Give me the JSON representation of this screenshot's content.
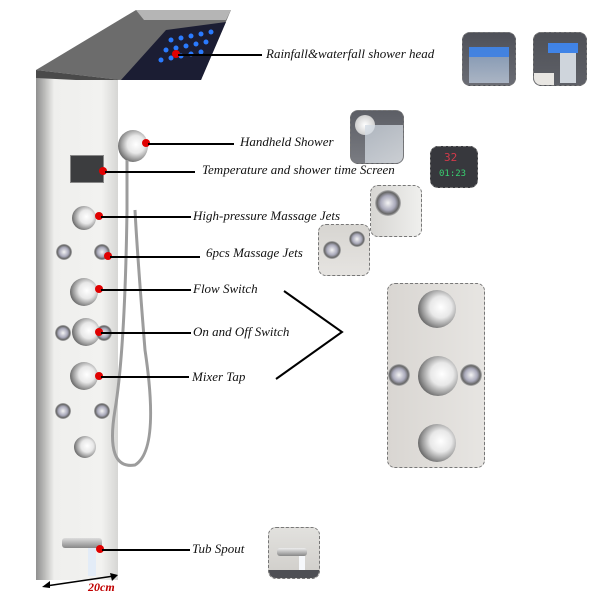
{
  "labels": {
    "rainfall": "Rainfall&waterfall shower head",
    "handheld": "Handheld Shower",
    "screen": "Temperature and shower time Screen",
    "high_pressure": "High-pressure Massage Jets",
    "massage_jets": "6pcs Massage Jets",
    "flow_switch": "Flow Switch",
    "on_off": "On and Off Switch",
    "mixer": "Mixer Tap",
    "tub_spout": "Tub Spout",
    "width": "20cm"
  },
  "screen_display": {
    "temperature": "32",
    "time": "01:23"
  },
  "colors": {
    "marker": "#e00000",
    "led": "#2a7bff",
    "panel": "#ececea",
    "width_label": "#c00000"
  }
}
